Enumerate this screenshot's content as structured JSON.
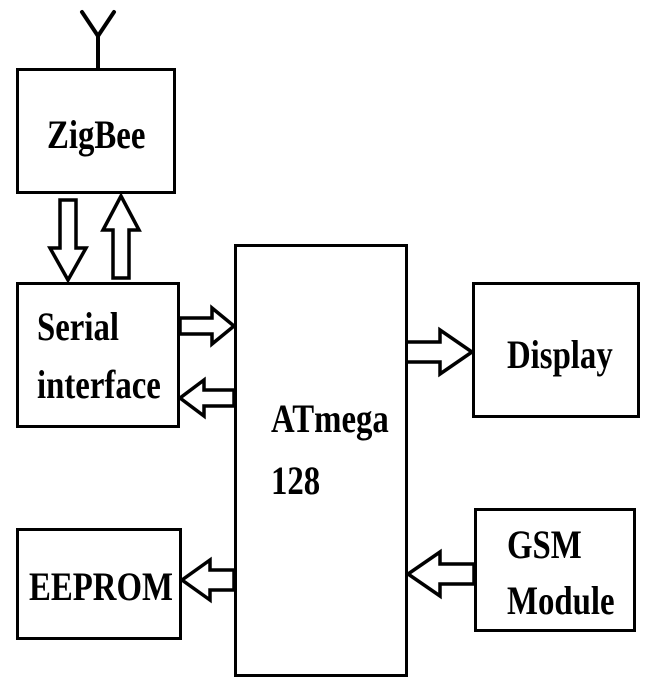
{
  "diagram": {
    "blocks": {
      "zigbee": {
        "label": "ZigBee"
      },
      "serial_interface": {
        "line1": "Serial",
        "line2": "interface"
      },
      "atmega": {
        "line1": "ATmega",
        "line2": "128"
      },
      "display": {
        "label": "Display"
      },
      "gsm_module": {
        "line1": "GSM",
        "line2": "Module"
      },
      "eeprom": {
        "label": "EEPROM"
      }
    },
    "connections": [
      {
        "from": "zigbee",
        "to": "serial_interface"
      },
      {
        "from": "serial_interface",
        "to": "zigbee"
      },
      {
        "from": "serial_interface",
        "to": "atmega"
      },
      {
        "from": "atmega",
        "to": "serial_interface"
      },
      {
        "from": "atmega",
        "to": "display"
      },
      {
        "from": "gsm_module",
        "to": "atmega"
      },
      {
        "from": "atmega",
        "to": "eeprom"
      }
    ],
    "colors": {
      "line": "#000000",
      "background": "#ffffff"
    }
  }
}
